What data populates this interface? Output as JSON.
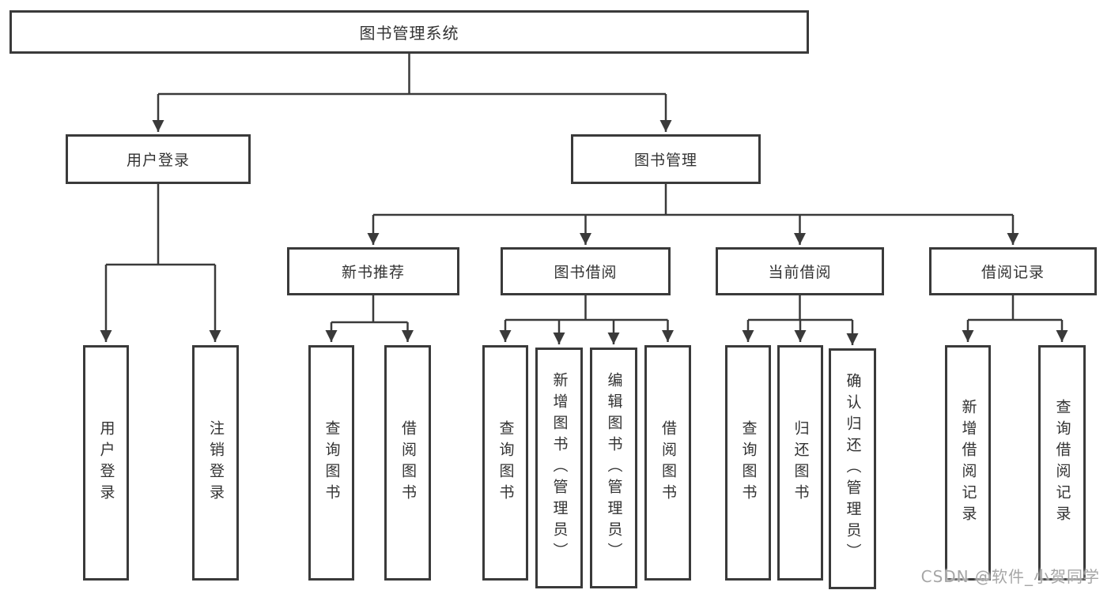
{
  "diagram": {
    "title_node": {
      "label": "图书管理系统"
    },
    "branches": [
      {
        "label": "用户登录",
        "children": [
          {
            "label": "用户登录"
          },
          {
            "label": "注销登录"
          }
        ]
      },
      {
        "label": "图书管理",
        "children": [
          {
            "label": "新书推荐",
            "children": [
              {
                "label": "查询图书"
              },
              {
                "label": "借阅图书"
              }
            ]
          },
          {
            "label": "图书借阅",
            "children": [
              {
                "label": "查询图书"
              },
              {
                "label": "新增图书（管理员）"
              },
              {
                "label": "编辑图书（管理员）"
              },
              {
                "label": "借阅图书"
              }
            ]
          },
          {
            "label": "当前借阅",
            "children": [
              {
                "label": "查询图书"
              },
              {
                "label": "归还图书"
              },
              {
                "label": "确认归还（管理员）"
              }
            ]
          },
          {
            "label": "借阅记录",
            "children": [
              {
                "label": "新增借阅记录"
              },
              {
                "label": "查询借阅记录"
              }
            ]
          }
        ]
      }
    ]
  },
  "watermark": {
    "text": "CSDN @软件_小贺同学"
  },
  "colors": {
    "line": "#3a3a3a",
    "text": "#333333",
    "watermark": "#a6a6a6",
    "background": "#ffffff"
  }
}
